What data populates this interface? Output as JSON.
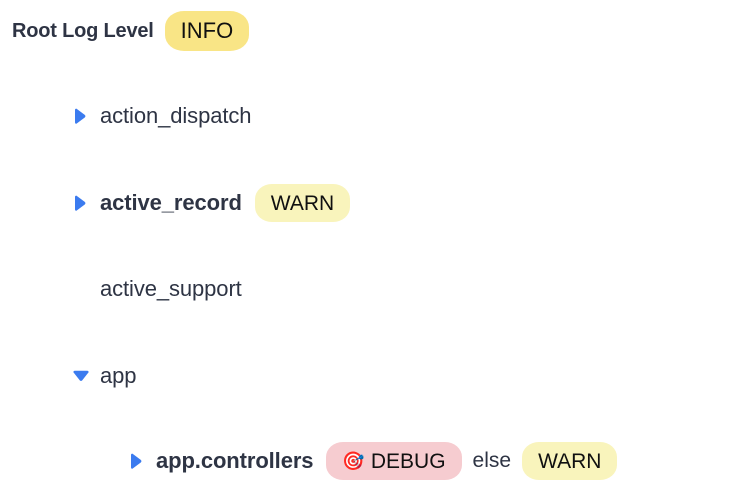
{
  "header": {
    "title": "Root Log Level",
    "level_badge": {
      "label": "INFO",
      "color": "#f9e586"
    }
  },
  "colors": {
    "text": "#2e3444",
    "twisty": "#3b7bef",
    "badge_info": "#f9e586",
    "badge_warn": "#f9f4bc",
    "badge_debug": "#f6ccd0",
    "background": "#ffffff"
  },
  "tree": {
    "rows": [
      {
        "label": "action_dispatch",
        "bold": false,
        "depth": 1,
        "twisty": "chevron-right-icon",
        "expanded": false,
        "badges": [],
        "else_label": "",
        "else_badge": null
      },
      {
        "label": "active_record",
        "bold": true,
        "depth": 1,
        "twisty": "chevron-right-icon",
        "expanded": false,
        "badges": [
          {
            "label": "WARN",
            "emoji": "",
            "style": "warn"
          }
        ],
        "else_label": "",
        "else_badge": null
      },
      {
        "label": "active_support",
        "bold": false,
        "depth": 1,
        "twisty": "",
        "expanded": false,
        "badges": [],
        "else_label": "",
        "else_badge": null
      },
      {
        "label": "app",
        "bold": false,
        "depth": 1,
        "twisty": "chevron-down-icon",
        "expanded": true,
        "badges": [],
        "else_label": "",
        "else_badge": null
      },
      {
        "label": "app.controllers",
        "bold": true,
        "depth": 2,
        "twisty": "chevron-right-icon",
        "expanded": false,
        "badges": [
          {
            "label": "DEBUG",
            "emoji": "🎯",
            "style": "debug"
          }
        ],
        "else_label": "else",
        "else_badge": {
          "label": "WARN",
          "emoji": "",
          "style": "warn"
        }
      }
    ]
  }
}
